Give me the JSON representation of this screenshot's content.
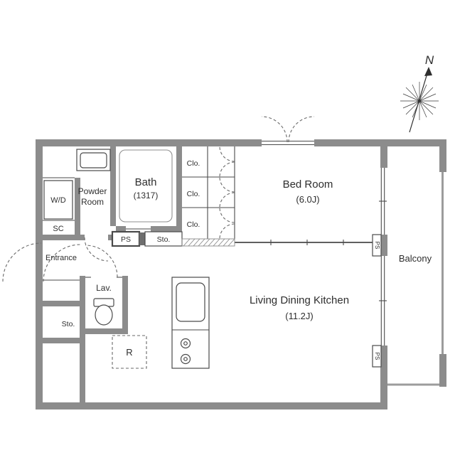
{
  "compass": {
    "north": "N"
  },
  "rooms": {
    "bath": {
      "name": "Bath",
      "size": "(1317)"
    },
    "powder": {
      "name_line1": "Powder",
      "name_line2": "Room"
    },
    "wd": {
      "name": "W/D"
    },
    "sc": {
      "name": "SC"
    },
    "entrance": {
      "name": "Entrance"
    },
    "lav": {
      "name": "Lav."
    },
    "sto_left": {
      "name": "Sto."
    },
    "ps_center": {
      "name": "PS"
    },
    "sto_center": {
      "name": "Sto."
    },
    "closets": {
      "c1": "Clo.",
      "c2": "Clo.",
      "c3": "Clo."
    },
    "refrigerator": {
      "name": "R"
    },
    "bedroom": {
      "name": "Bed Room",
      "size": "(6.0J)"
    },
    "ldk": {
      "name": "Living Dining Kitchen",
      "size": "(11.2J)"
    },
    "balcony": {
      "name": "Balcony"
    },
    "ps_right_top": {
      "name": "PS"
    },
    "ps_right_bottom": {
      "name": "PS"
    }
  },
  "colors": {
    "wall": "#8c8c8c",
    "line": "#4a4a4a",
    "bg": "#ffffff"
  }
}
